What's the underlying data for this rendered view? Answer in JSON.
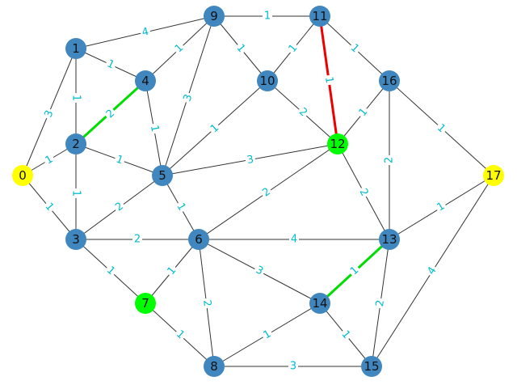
{
  "graph": {
    "colors": {
      "node_default": "#3f87be",
      "node_start_end": "#ffff00",
      "node_path": "#00ff00",
      "edge_default": "#333333",
      "edge_path_green": "#00dd00",
      "edge_path_red": "#ee0000",
      "edge_label": "#00bbcc"
    },
    "nodes": [
      {
        "id": "0",
        "label": "0",
        "color": "node_start_end"
      },
      {
        "id": "1",
        "label": "1",
        "color": "node_default"
      },
      {
        "id": "2",
        "label": "2",
        "color": "node_default"
      },
      {
        "id": "3",
        "label": "3",
        "color": "node_default"
      },
      {
        "id": "4",
        "label": "4",
        "color": "node_default"
      },
      {
        "id": "5",
        "label": "5",
        "color": "node_default"
      },
      {
        "id": "6",
        "label": "6",
        "color": "node_default"
      },
      {
        "id": "7",
        "label": "7",
        "color": "node_path"
      },
      {
        "id": "8",
        "label": "8",
        "color": "node_default"
      },
      {
        "id": "9",
        "label": "9",
        "color": "node_default"
      },
      {
        "id": "10",
        "label": "10",
        "color": "node_default"
      },
      {
        "id": "11",
        "label": "11",
        "color": "node_default"
      },
      {
        "id": "12",
        "label": "12",
        "color": "node_path"
      },
      {
        "id": "13",
        "label": "13",
        "color": "node_default"
      },
      {
        "id": "14",
        "label": "14",
        "color": "node_default"
      },
      {
        "id": "15",
        "label": "15",
        "color": "node_default"
      },
      {
        "id": "16",
        "label": "16",
        "color": "node_default"
      },
      {
        "id": "17",
        "label": "17",
        "color": "node_start_end"
      }
    ],
    "edges": [
      {
        "from": "0",
        "to": "1",
        "weight": "3",
        "style": "default"
      },
      {
        "from": "0",
        "to": "2",
        "weight": "1",
        "style": "default"
      },
      {
        "from": "0",
        "to": "3",
        "weight": "1",
        "style": "default"
      },
      {
        "from": "1",
        "to": "2",
        "weight": "1",
        "style": "default"
      },
      {
        "from": "1",
        "to": "4",
        "weight": "1",
        "style": "default"
      },
      {
        "from": "1",
        "to": "9",
        "weight": "4",
        "style": "default"
      },
      {
        "from": "2",
        "to": "3",
        "weight": "1",
        "style": "default"
      },
      {
        "from": "2",
        "to": "4",
        "weight": "2",
        "style": "green"
      },
      {
        "from": "2",
        "to": "5",
        "weight": "1",
        "style": "default"
      },
      {
        "from": "3",
        "to": "5",
        "weight": "2",
        "style": "default"
      },
      {
        "from": "3",
        "to": "6",
        "weight": "2",
        "style": "default"
      },
      {
        "from": "3",
        "to": "7",
        "weight": "1",
        "style": "default"
      },
      {
        "from": "4",
        "to": "5",
        "weight": "1",
        "style": "default"
      },
      {
        "from": "4",
        "to": "9",
        "weight": "1",
        "style": "default"
      },
      {
        "from": "5",
        "to": "6",
        "weight": "1",
        "style": "default"
      },
      {
        "from": "5",
        "to": "9",
        "weight": "3",
        "style": "default"
      },
      {
        "from": "5",
        "to": "10",
        "weight": "1",
        "style": "default"
      },
      {
        "from": "5",
        "to": "12",
        "weight": "3",
        "style": "default"
      },
      {
        "from": "6",
        "to": "7",
        "weight": "1",
        "style": "default"
      },
      {
        "from": "6",
        "to": "8",
        "weight": "2",
        "style": "default"
      },
      {
        "from": "6",
        "to": "12",
        "weight": "2",
        "style": "default"
      },
      {
        "from": "6",
        "to": "13",
        "weight": "4",
        "style": "default"
      },
      {
        "from": "6",
        "to": "14",
        "weight": "3",
        "style": "default"
      },
      {
        "from": "7",
        "to": "8",
        "weight": "1",
        "style": "default"
      },
      {
        "from": "8",
        "to": "14",
        "weight": "1",
        "style": "default"
      },
      {
        "from": "8",
        "to": "15",
        "weight": "3",
        "style": "default"
      },
      {
        "from": "9",
        "to": "10",
        "weight": "1",
        "style": "default"
      },
      {
        "from": "9",
        "to": "11",
        "weight": "1",
        "style": "default"
      },
      {
        "from": "10",
        "to": "11",
        "weight": "1",
        "style": "default"
      },
      {
        "from": "10",
        "to": "12",
        "weight": "2",
        "style": "default"
      },
      {
        "from": "11",
        "to": "12",
        "weight": "1",
        "style": "red"
      },
      {
        "from": "11",
        "to": "16",
        "weight": "1",
        "style": "default"
      },
      {
        "from": "12",
        "to": "13",
        "weight": "2",
        "style": "default"
      },
      {
        "from": "12",
        "to": "16",
        "weight": "1",
        "style": "default"
      },
      {
        "from": "13",
        "to": "14",
        "weight": "1",
        "style": "green"
      },
      {
        "from": "13",
        "to": "15",
        "weight": "2",
        "style": "default"
      },
      {
        "from": "13",
        "to": "16",
        "weight": "2",
        "style": "default"
      },
      {
        "from": "13",
        "to": "17",
        "weight": "1",
        "style": "default"
      },
      {
        "from": "14",
        "to": "15",
        "weight": "1",
        "style": "default"
      },
      {
        "from": "15",
        "to": "17",
        "weight": "4",
        "style": "default"
      },
      {
        "from": "16",
        "to": "17",
        "weight": "1",
        "style": "default"
      }
    ]
  }
}
